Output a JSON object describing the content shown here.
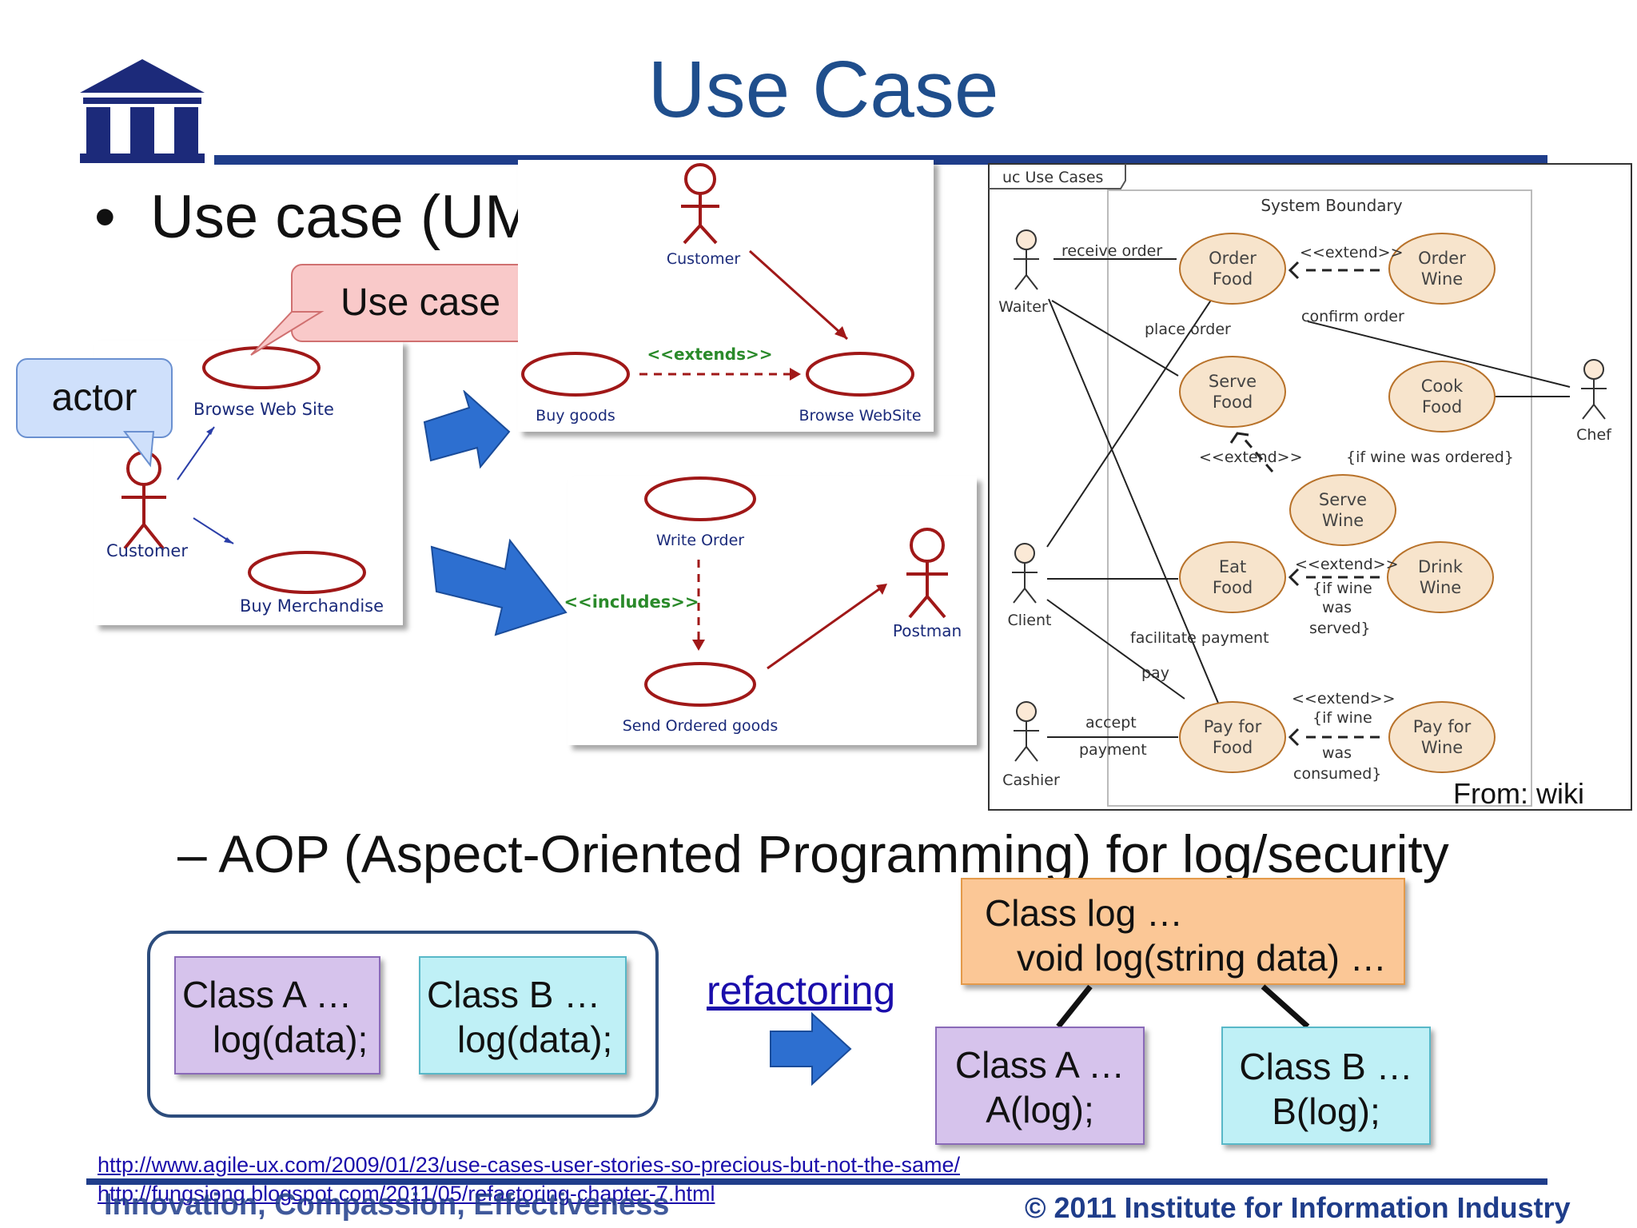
{
  "slide": {
    "title": "Use Case",
    "bullet": "Use case (UML)",
    "sub_bullet": "– AOP (Aspect-Oriented Programming) for log/security"
  },
  "left_diagram": {
    "callout_use_case": "Use case",
    "callout_actor": "actor",
    "actor": "Customer",
    "use_case_1": "Browse Web Site",
    "use_case_2": "Buy Merchandise"
  },
  "extends_diagram": {
    "actor": "Customer",
    "use_case_a": "Buy goods",
    "use_case_b": "Browse WebSite",
    "relation": "<<extends>>"
  },
  "includes_diagram": {
    "use_case_a": "Write Order",
    "use_case_b": "Send Ordered goods",
    "relation": "<<includes>>",
    "actor": "Postman"
  },
  "restaurant_diagram": {
    "frame_label": "uc Use Cases",
    "boundary_label": "System Boundary",
    "actors": [
      "Waiter",
      "Client",
      "Cashier",
      "Chef"
    ],
    "use_cases": {
      "order_food": [
        "Order",
        "Food"
      ],
      "order_wine": [
        "Order",
        "Wine"
      ],
      "serve_food": [
        "Serve",
        "Food"
      ],
      "cook_food": [
        "Cook",
        "Food"
      ],
      "serve_wine": [
        "Serve",
        "Wine"
      ],
      "eat_food": [
        "Eat",
        "Food"
      ],
      "drink_wine": [
        "Drink",
        "Wine"
      ],
      "pay_food": [
        "Pay for",
        "Food"
      ],
      "pay_wine": [
        "Pay for",
        "Wine"
      ]
    },
    "labels": {
      "receive_order": "receive order",
      "extend_1": "<<extend>>",
      "place_order": "place order",
      "confirm_order": "confirm order",
      "extend_2": "<<extend>>",
      "if_wine_ordered": "{if wine was ordered}",
      "extend_3": "<<extend>>",
      "if_wine_served": [
        "{if wine",
        "was",
        "served}"
      ],
      "facilitate_payment": "facilitate payment",
      "pay": "pay",
      "accept": "accept",
      "payment": "payment",
      "extend_4": "<<extend>>",
      "if_wine_consumed": [
        "{if wine",
        "was",
        "consumed}"
      ]
    },
    "source": "From: wiki"
  },
  "aop": {
    "class_a": [
      "Class A …",
      "log(data);"
    ],
    "class_b": [
      "Class B …",
      "log(data);"
    ],
    "refactoring": "refactoring",
    "class_log": [
      "Class log …",
      "void log(string data) …"
    ],
    "class_a_new": [
      "Class A …",
      "A(log);"
    ],
    "class_b_new": [
      "Class B …",
      "B(log);"
    ]
  },
  "links": [
    "http://www.agile-ux.com/2009/01/23/use-cases-user-stories-so-precious-but-not-the-same/",
    "http://fungsiong.blogspot.com/2011/05/refactoring-chapter-7.html"
  ],
  "footer": {
    "tagline": "Innovation, Compassion, Effectiveness",
    "copyright": "© 2011 Institute for Information Industry"
  },
  "colors": {
    "title_blue": "#1f4e8c",
    "uml_red": "#a01818",
    "usecase_fill": "#f7e4cc",
    "usecase_stroke": "#b8722a",
    "callout_pink": "#f9c9c9",
    "callout_blue": "#cfe0fb",
    "class_purple": "#d6c3ec",
    "class_cyan": "#bff0f6",
    "class_orange": "#fbc796",
    "arrow_blue": "#2d6fd0"
  }
}
